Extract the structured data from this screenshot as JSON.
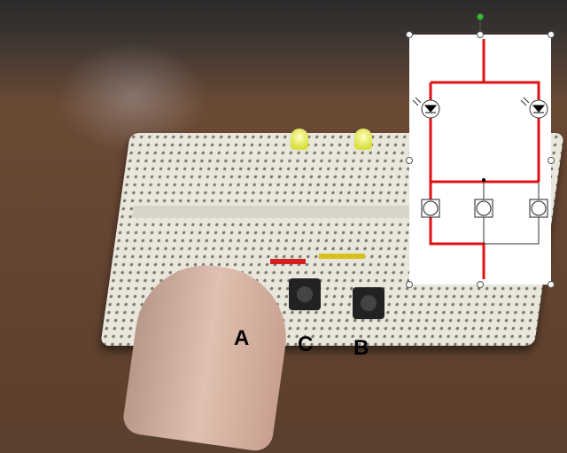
{
  "labels": {
    "a": "A",
    "b": "B",
    "c": "C"
  },
  "colors": {
    "wire": "#e01010",
    "selection_handle": "#ffffff",
    "rotate_handle": "#22cc22"
  }
}
